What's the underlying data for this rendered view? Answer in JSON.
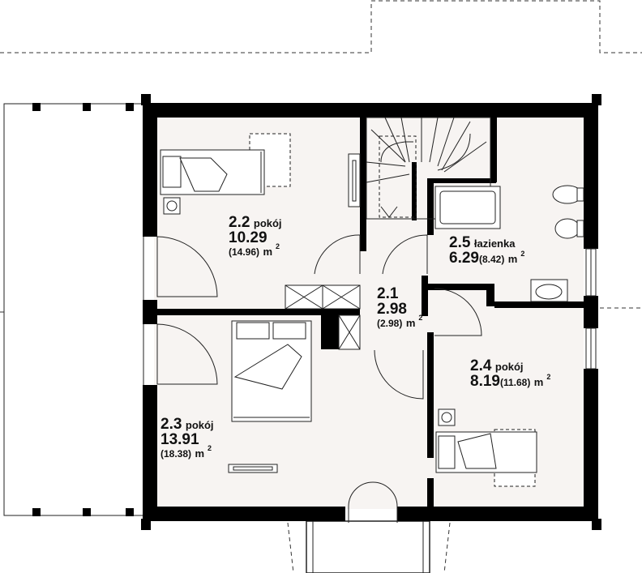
{
  "rooms": [
    {
      "number": "2.1",
      "name": "",
      "area": "2.98",
      "gross": "(2.98)",
      "unit": "m",
      "exp": "2"
    },
    {
      "number": "2.2",
      "name": "pokój",
      "area": "10.29",
      "gross": "(14.96)",
      "unit": "m",
      "exp": "2"
    },
    {
      "number": "2.3",
      "name": "pokój",
      "area": "13.91",
      "gross": "(18.38)",
      "unit": "m",
      "exp": "2"
    },
    {
      "number": "2.4",
      "name": "pokój",
      "area": "8.19",
      "gross": "(11.68)",
      "unit": "m",
      "exp": "2"
    },
    {
      "number": "2.5",
      "name": "łazienka",
      "area": "6.29",
      "gross": "(8.42)",
      "unit": "m",
      "exp": "2"
    }
  ],
  "colors": {
    "wall": "#000000",
    "floor": "#f7f4f2",
    "line": "#222222",
    "dashed": "#333333"
  }
}
